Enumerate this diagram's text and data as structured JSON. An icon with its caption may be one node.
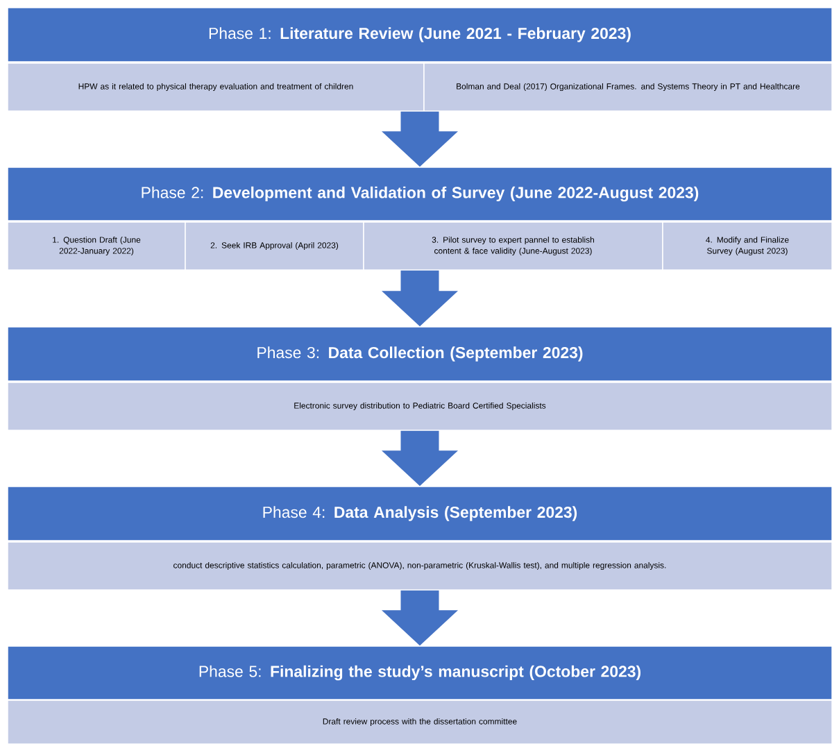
{
  "diagram": {
    "nodes": [
      {
        "text": [
          "Phase 1: **Literature Review (June 2021 - February 2023)**"
        ]
      },
      {
        "text": [
          "HPW as it related to physical therapy evaluation and treatment of children"
        ]
      },
      {
        "text": [
          "Bolman and Deal (2017) Organizational Frames. and Systems Theory in PT and Healthcare"
        ]
      },
      {
        "text": [
          "Phase 2: **Development and Validation of Survey (June 2022-August 2023)**"
        ]
      },
      {
        "text": [
          "1. Question Draft (June 2022-January 2022)"
        ]
      },
      {
        "text": [
          "2. Seek IRB Approval (April 2023)"
        ]
      },
      {
        "text": [
          "3. Pilot survey to expert pannel to establish content & face validity (June-August 2023)"
        ]
      },
      {
        "text": [
          "4. Modify and Finalize Survey (August 2023)"
        ]
      },
      {
        "text": [
          "Phase 3: **Data Collection (September 2023)**"
        ]
      },
      {
        "text": [
          "Electronic survey distribution to Pediatric Board Certified Specialists"
        ]
      },
      {
        "text": [
          "Phase 4: **Data Analysis (September 2023)**"
        ]
      },
      {
        "text": [
          "conduct descriptive statistics calculation, parametric (ANOVA), non-parametric (Kruskal-Wallis test), and multiple regression analysis."
        ]
      },
      {
        "text": [
          "Phase 5: **Finalizing the study’s manuscript (October 2023)**"
        ]
      },
      {
        "text": [
          "Draft review process with the dissertation committee"
        ]
      }
    ],
    "edges": [
      {
        "from": 1,
        "to": 3,
        "arrow": "to"
      },
      {
        "from": 2,
        "to": 3,
        "arrow": "to"
      },
      {
        "from": 6,
        "to": 8,
        "arrow": "to"
      },
      {
        "from": 9,
        "to": 10,
        "arrow": "to"
      },
      {
        "from": 11,
        "to": 12,
        "arrow": "to"
      }
    ]
  }
}
